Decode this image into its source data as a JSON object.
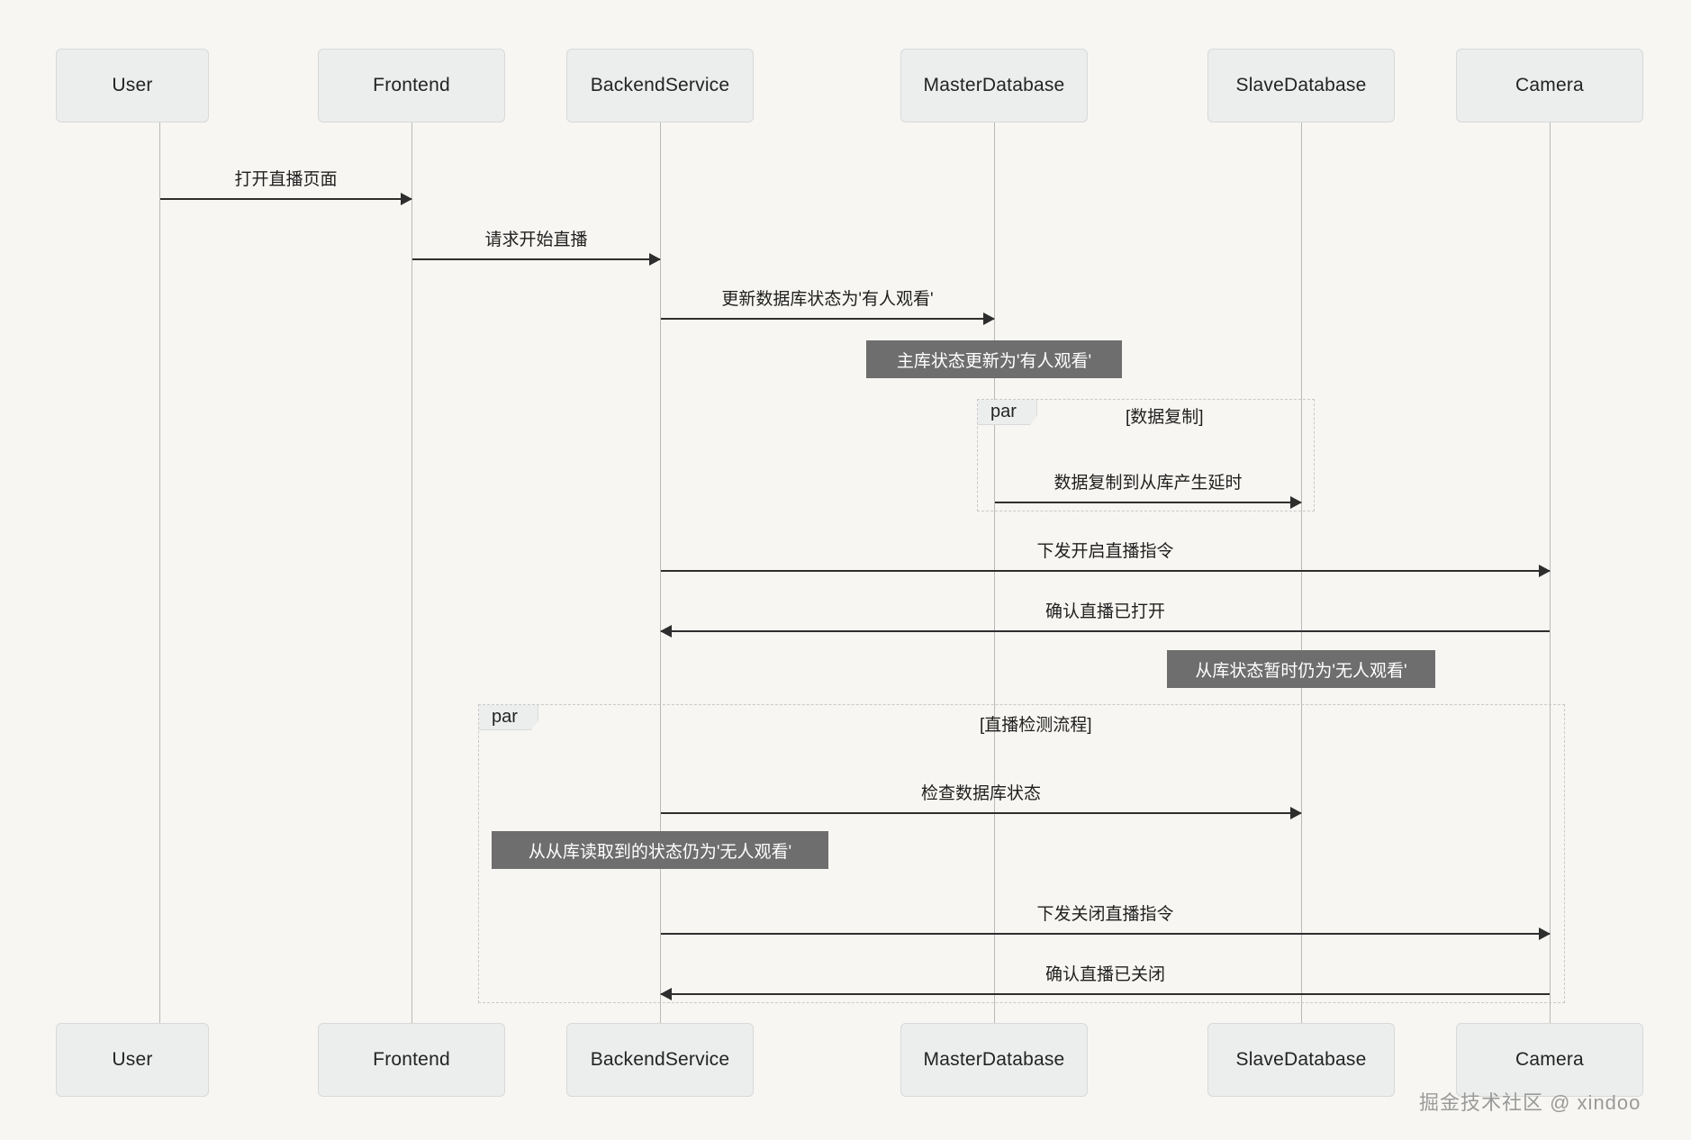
{
  "diagram": {
    "type": "sequence",
    "background_color": "#f7f6f2",
    "participant_fill": "#eceded",
    "participant_border": "#d8d9da",
    "lifeline_color": "#b9b9b9",
    "arrow_color": "#2e2e2e",
    "note_fill": "#6e6e6e",
    "note_text_color": "#ffffff",
    "frame_border_color": "#c9c9c9"
  },
  "participants": [
    {
      "id": "user",
      "label": "User"
    },
    {
      "id": "frontend",
      "label": "Frontend"
    },
    {
      "id": "backend",
      "label": "BackendService"
    },
    {
      "id": "master",
      "label": "MasterDatabase"
    },
    {
      "id": "slave",
      "label": "SlaveDatabase"
    },
    {
      "id": "camera",
      "label": "Camera"
    }
  ],
  "messages": [
    {
      "index": 1,
      "from": "user",
      "to": "frontend",
      "label": "打开直播页面",
      "direction": "right"
    },
    {
      "index": 2,
      "from": "frontend",
      "to": "backend",
      "label": "请求开始直播",
      "direction": "right"
    },
    {
      "index": 3,
      "from": "backend",
      "to": "master",
      "label": "更新数据库状态为'有人观看'",
      "direction": "right"
    },
    {
      "index": 4,
      "from": "master",
      "to": "slave",
      "label": "数据复制到从库产生延时",
      "direction": "right"
    },
    {
      "index": 5,
      "from": "backend",
      "to": "camera",
      "label": "下发开启直播指令",
      "direction": "right"
    },
    {
      "index": 6,
      "from": "camera",
      "to": "backend",
      "label": "确认直播已打开",
      "direction": "left"
    },
    {
      "index": 7,
      "from": "backend",
      "to": "slave",
      "label": "检查数据库状态",
      "direction": "right"
    },
    {
      "index": 8,
      "from": "backend",
      "to": "camera",
      "label": "下发关闭直播指令",
      "direction": "right"
    },
    {
      "index": 9,
      "from": "camera",
      "to": "backend",
      "label": "确认直播已关闭",
      "direction": "left"
    }
  ],
  "notes": [
    {
      "index": 1,
      "over": "master",
      "text": "主库状态更新为'有人观看'"
    },
    {
      "index": 2,
      "over": "slave",
      "text": "从库状态暂时仍为'无人观看'"
    },
    {
      "index": 3,
      "over": "backend",
      "text": "从从库读取到的状态仍为'无人观看'"
    }
  ],
  "frames": [
    {
      "index": 1,
      "tag": "par",
      "title": "[数据复制]"
    },
    {
      "index": 2,
      "tag": "par",
      "title": "[直播检测流程]"
    }
  ],
  "watermark": {
    "text": "掘金技术社区 @ xindoo"
  }
}
